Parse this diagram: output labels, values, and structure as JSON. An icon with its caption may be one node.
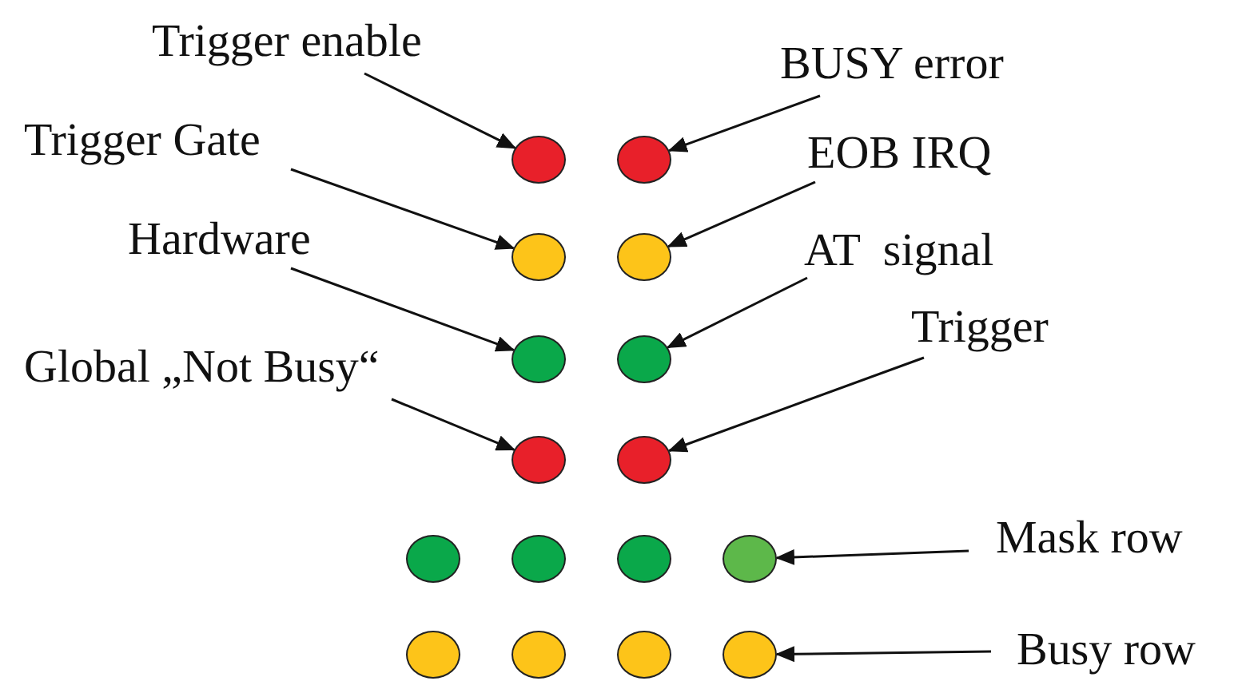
{
  "diagram": {
    "nodes": [
      {
        "text": [
          "Trigger enable"
        ]
      },
      {
        "text": [
          "BUSY error"
        ]
      },
      {
        "text": [
          "Trigger Gate"
        ]
      },
      {
        "text": [
          "EOB IRQ"
        ]
      },
      {
        "text": [
          "Hardware"
        ]
      },
      {
        "text": [
          "AT  signal"
        ]
      },
      {
        "text": [
          "Trigger"
        ]
      },
      {
        "text": [
          "Global „Not Busy“"
        ]
      },
      {
        "text": [
          "Mask row"
        ]
      },
      {
        "text": [
          "Busy row"
        ]
      },
      {
        "text": [],
        "shape": "circle"
      },
      {
        "text": [],
        "shape": "circle"
      },
      {
        "text": [],
        "shape": "circle"
      },
      {
        "text": [],
        "shape": "circle"
      },
      {
        "text": [],
        "shape": "circle"
      },
      {
        "text": [],
        "shape": "circle"
      },
      {
        "text": [],
        "shape": "circle"
      },
      {
        "text": [],
        "shape": "circle"
      },
      {
        "text": [],
        "shape": "circle"
      },
      {
        "text": [],
        "shape": "circle"
      },
      {
        "text": [],
        "shape": "circle"
      },
      {
        "text": [],
        "shape": "circle"
      },
      {
        "text": [],
        "shape": "circle"
      },
      {
        "text": [],
        "shape": "circle"
      },
      {
        "text": [],
        "shape": "circle"
      },
      {
        "text": [],
        "shape": "circle"
      }
    ],
    "edges": [
      {
        "from": 0,
        "to": 10,
        "arrow": "to"
      },
      {
        "from": 1,
        "to": 11,
        "arrow": "to"
      },
      {
        "from": 2,
        "to": 12,
        "arrow": "to"
      },
      {
        "from": 3,
        "to": 13,
        "arrow": "to"
      },
      {
        "from": 4,
        "to": 14,
        "arrow": "to"
      },
      {
        "from": 5,
        "to": 15,
        "arrow": "to"
      },
      {
        "from": 7,
        "to": 16,
        "arrow": "to"
      },
      {
        "from": 6,
        "to": 17,
        "arrow": "to"
      },
      {
        "from": 8,
        "to": 21,
        "arrow": "to"
      },
      {
        "from": 9,
        "to": 25,
        "arrow": "to"
      }
    ]
  }
}
